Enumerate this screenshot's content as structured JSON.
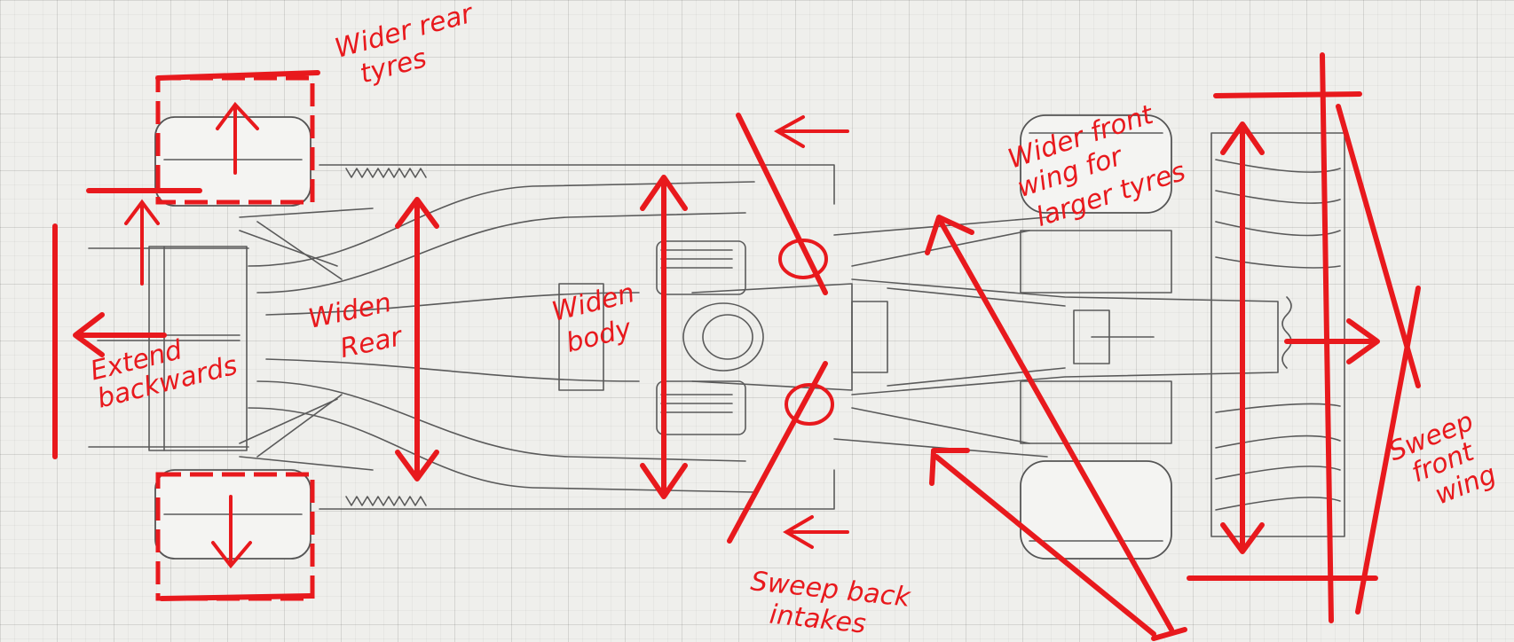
{
  "annotations": {
    "wider_rear_tyres": [
      "Wider rear",
      "tyres"
    ],
    "extend_backwards": [
      "Extend",
      "backwards"
    ],
    "widen_rear": [
      "Widen",
      "Rear"
    ],
    "widen_body": [
      "Widen",
      "body"
    ],
    "wider_front_wing": [
      "Wider front",
      "wing for",
      "larger tyres"
    ],
    "sweep_back_intakes": [
      "Sweep back",
      "intakes"
    ],
    "sweep_front_wing": [
      "Sweep",
      "front",
      "wing"
    ]
  },
  "colors": {
    "annotation": "#e8191d",
    "drawing": "#555555",
    "paper": "#efefec"
  }
}
